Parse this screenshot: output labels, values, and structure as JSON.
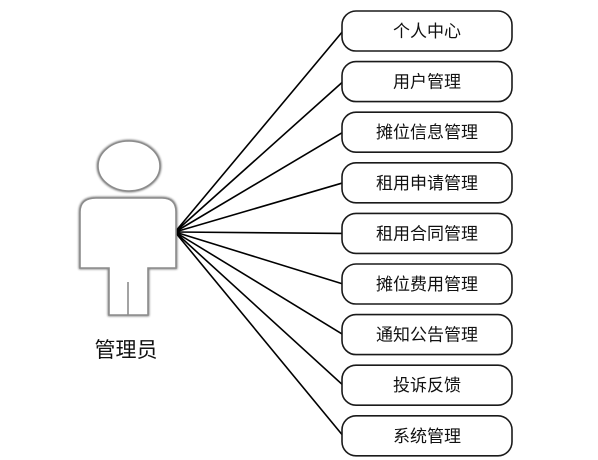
{
  "actor": {
    "label": "管理员"
  },
  "use_cases": [
    {
      "label": "个人中心"
    },
    {
      "label": "用户管理"
    },
    {
      "label": "摊位信息管理"
    },
    {
      "label": "租用申请管理"
    },
    {
      "label": "租用合同管理"
    },
    {
      "label": "摊位费用管理"
    },
    {
      "label": "通知公告管理"
    },
    {
      "label": "投诉反馈"
    },
    {
      "label": "系统管理"
    }
  ],
  "colors": {
    "line": "#000000",
    "actor_outline": "#9a9a9a",
    "box_border": "#1a1a1a"
  }
}
